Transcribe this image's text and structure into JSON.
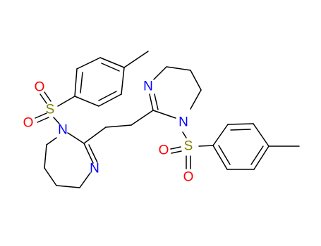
{
  "atoms": {
    "s_left": {
      "text": "S",
      "color": "#808000"
    },
    "o_left_top": {
      "text": "O",
      "color": "#ff0000"
    },
    "o_left_bottom": {
      "text": "O",
      "color": "#ff0000"
    },
    "n_left_sulfonyl": {
      "text": "N",
      "color": "#0000ff"
    },
    "n_left_imine": {
      "text": "N",
      "color": "#0000ff"
    },
    "n_right_imine": {
      "text": "N",
      "color": "#0000ff"
    },
    "n_right_sulfonyl": {
      "text": "N",
      "color": "#0000ff"
    },
    "s_right": {
      "text": "S",
      "color": "#808000"
    },
    "o_right_top": {
      "text": "O",
      "color": "#ff0000"
    },
    "o_right_bottom": {
      "text": "O",
      "color": "#ff0000"
    }
  }
}
